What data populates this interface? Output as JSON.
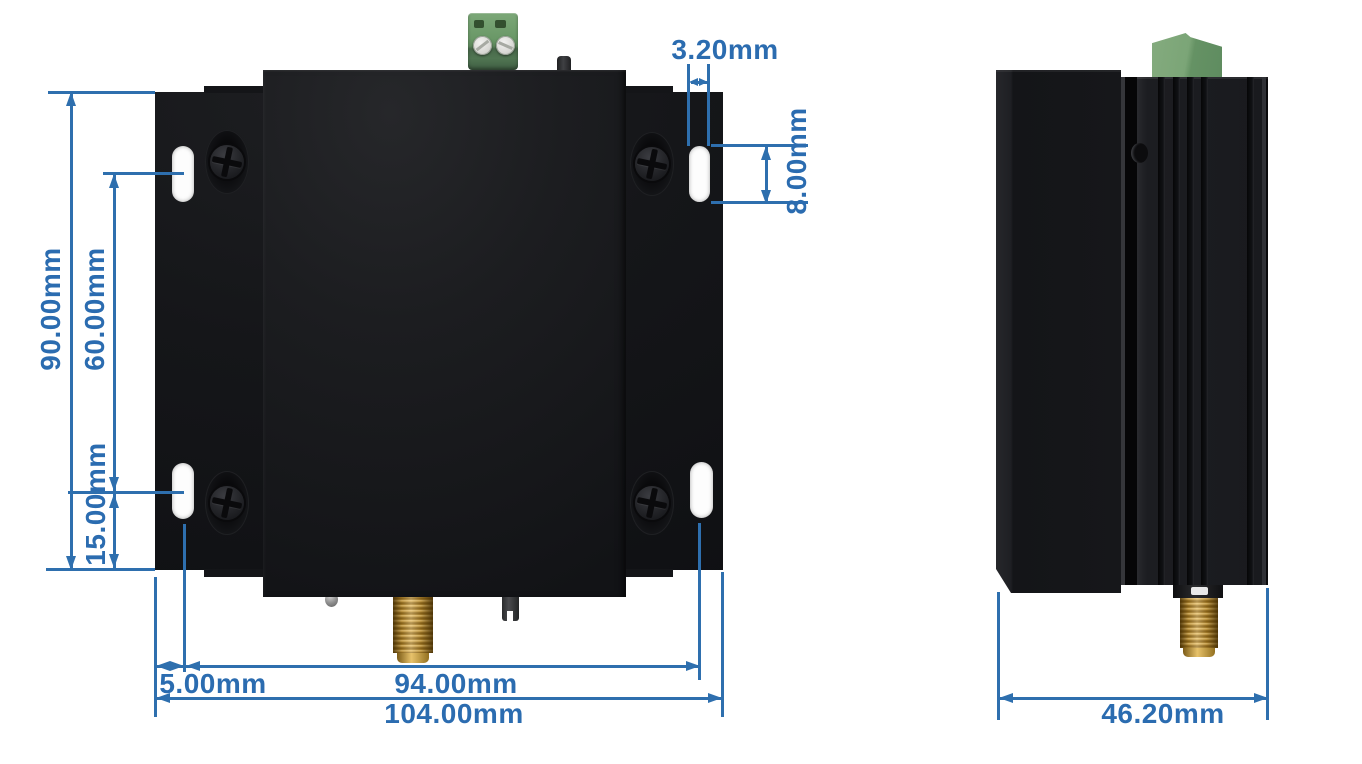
{
  "colors": {
    "dimension_line": "#2e6fae",
    "dimension_text": "#2b6cb0",
    "device_black": "#17181b",
    "terminal_green": "#6f9c6b",
    "antenna_gold": "#c79e45",
    "background": "#ffffff"
  },
  "views": {
    "front": {
      "dimensions": {
        "total_height": "90.00mm",
        "slot_vertical_spacing": "60.00mm",
        "slot_bottom_offset": "15.00mm",
        "slot_width": "3.20mm",
        "slot_height": "8.00mm",
        "edge_to_slot_center": "5.00mm",
        "slot_horizontal_spacing": "94.00mm",
        "total_width": "104.00mm"
      }
    },
    "side": {
      "dimensions": {
        "total_depth": "46.20mm"
      }
    }
  }
}
